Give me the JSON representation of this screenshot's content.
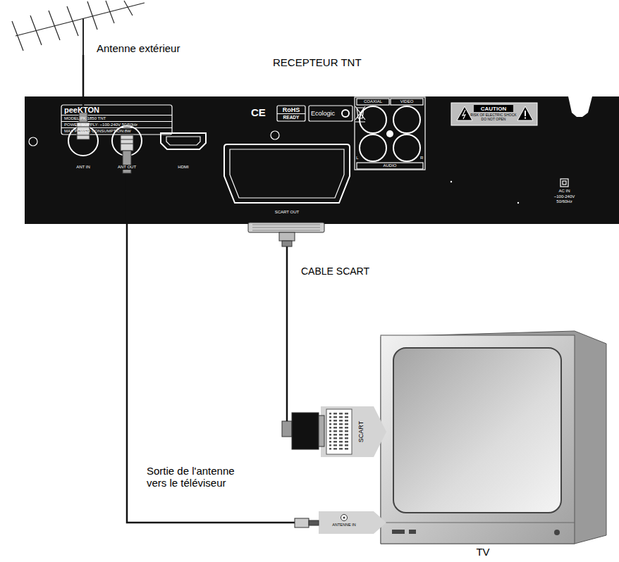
{
  "diagram": {
    "nodes": [
      {
        "text": [
          "Antenne extérieur"
        ]
      },
      {
        "text": [
          "RECEPTEUR TNT"
        ]
      },
      {
        "text": [
          "ANT IN"
        ],
        "in": 1
      },
      {
        "text": [
          "ANT OUT"
        ],
        "in": 1
      },
      {
        "text": [
          "SCART OUT"
        ],
        "in": 1
      },
      {
        "text": [
          "SCART"
        ]
      },
      {
        "text": [
          "ANTENNE IN"
        ]
      },
      {
        "text": [
          "TV"
        ]
      }
    ],
    "edges": [
      {
        "from": 0,
        "to": 2,
        "arrow": "none"
      },
      {
        "from": 4,
        "to": 5,
        "label": "CABLE SCART",
        "arrow": "none"
      },
      {
        "from": 3,
        "to": 6,
        "label": "Sortie de l'antenne vers le téléviseur",
        "arrow": "none"
      }
    ],
    "labels": [
      "peeKTON",
      "MODEL:PK 1850 TNT",
      "POWER SUPPLY: ~100-240V 50/60Hz",
      "MAX POWER CONSUMPTION:8W",
      "CE",
      "RoHS",
      "READY",
      "Ecologic",
      "HDMI",
      "COAXIAL",
      "VIDEO",
      "L",
      "AUDIO",
      "R",
      "CAUTION",
      "RISK OF ELECTRIC SHOCK DO NOT OPEN",
      "AC IN",
      "~100-240V 50/60Hz"
    ]
  }
}
